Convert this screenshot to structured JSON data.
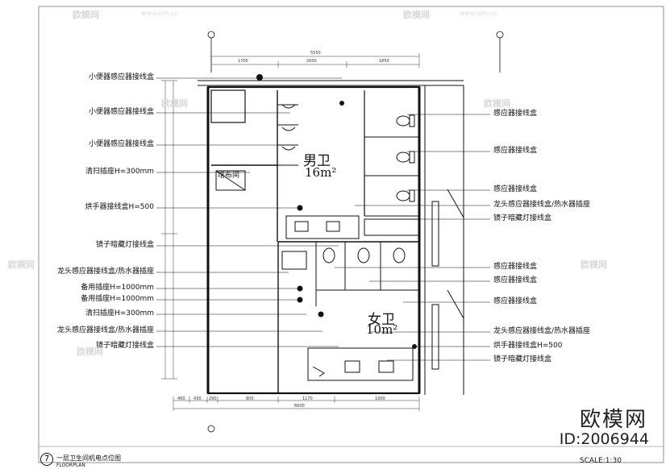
{
  "drawing": {
    "title": "一层卫生间机电点位图",
    "subtitle": "FLOORPLAN",
    "number": "7",
    "scale": "SCALE:1:30"
  },
  "rooms": {
    "men": {
      "name": "男卫",
      "area": "16m²"
    },
    "women": {
      "name": "女卫",
      "area": "10m²"
    },
    "storage": "增布间"
  },
  "labels_left": [
    "小便器感应器接线盒",
    "小便器感应器接线盒",
    "小便器感应器接线盒",
    "清扫插座H=300mm",
    "烘手器接线盒H=500",
    "镜子暗藏灯接线盒",
    "龙头感应器接线盒/热水器插座",
    "备用插座H=1000mm",
    "备用插座H=1000mm",
    "清扫插座H=300mm",
    "龙头感应器接线盒/热水器插座",
    "镜子暗藏灯接线盒"
  ],
  "labels_right": [
    "感应器接线盒",
    "感应器接线盒",
    "感应器接线盒",
    "龙头感应器接线盒/热水器插座",
    "镜子暗藏灯接线盒",
    "感应器接线盒",
    "感应器接线盒",
    "感应器接线盒",
    "龙头感应器接线盒/热水器插座",
    "烘手器接线盒H=500",
    "镜子暗藏灯接线盒"
  ],
  "dimensions": {
    "top_total": "5550",
    "top_parts": [
      "1700",
      "2000",
      "1850"
    ],
    "bottom_total": "6600",
    "bottom_parts": [
      "460",
      "430",
      "290",
      "800",
      "1170",
      "1900"
    ]
  },
  "watermark": {
    "brand": "欧模网",
    "site": "www.om.cn",
    "id": "ID:2006944"
  }
}
